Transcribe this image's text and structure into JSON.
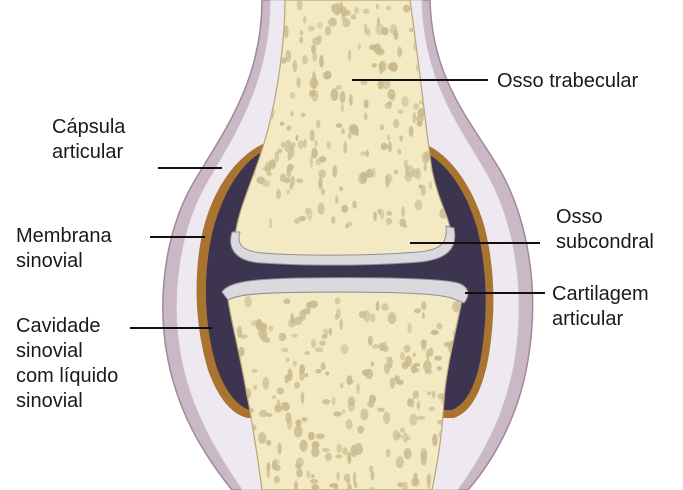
{
  "labels": {
    "trabecular_bone": "Osso trabecular",
    "joint_capsule": [
      "Cápsula",
      "articular"
    ],
    "synovial_membrane": [
      "Membrana",
      "sinovial"
    ],
    "synovial_cavity": [
      "Cavidade",
      "sinovial",
      "com líquido",
      "sinovial"
    ],
    "subchondral_bone": [
      "Osso",
      "subcondral"
    ],
    "articular_cartilage": [
      "Cartilagem",
      "articular"
    ]
  },
  "colors": {
    "bone": "#f3eac3",
    "bone_pores": "#c9b98d",
    "cavity": "#3d3550",
    "membrane": "#a8742f",
    "cartilage": "#d9d9de",
    "capsule_outer": "#cbb8c6",
    "capsule_inner": "#eee8f0",
    "leader_line": "#111111"
  }
}
